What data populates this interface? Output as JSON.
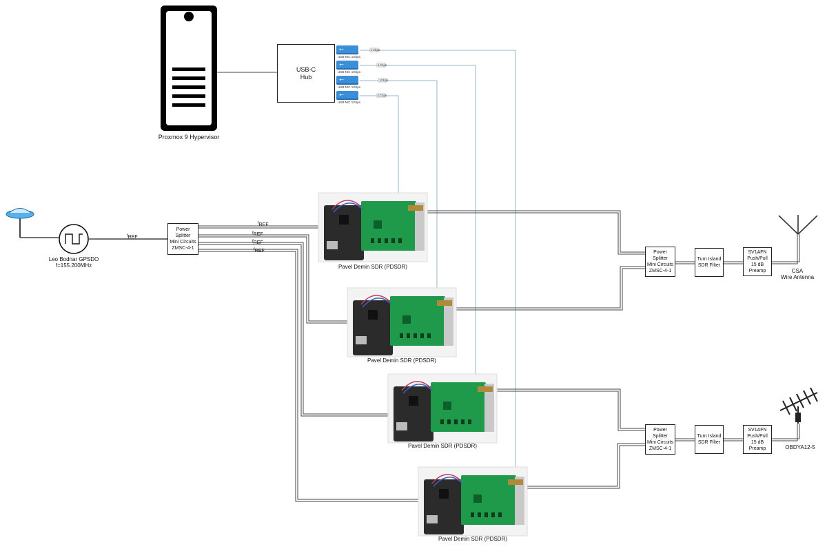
{
  "server": {
    "label": "Proxmox 9 Hypervisor"
  },
  "hub": {
    "label": "USB-C\nHub"
  },
  "usb_ports": [
    {
      "caption": "USB-NIC 1Gbps",
      "link": "1Gbps"
    },
    {
      "caption": "USB-NIC 1Gbps",
      "link": "1Gbps"
    },
    {
      "caption": "USB-NIC 1Gbps",
      "link": "1Gbps"
    },
    {
      "caption": "USB-NIC 1Gbps",
      "link": "1Gbps"
    }
  ],
  "gpsdo": {
    "name": "Leo Bodnar GPSDO",
    "freq": "f=155.200MHz"
  },
  "ref_label": "REF",
  "ref_prefix": "f",
  "splitter_left": {
    "label": "Power\nSplitter\nMini Circuits\nZMSC-4-1"
  },
  "sdr_label": "Pavel Demin SDR (PDSDR)",
  "sdrs": [
    {
      "label": "Pavel Demin SDR (PDSDR)"
    },
    {
      "label": "Pavel Demin SDR (PDSDR)"
    },
    {
      "label": "Pavel Demin SDR (PDSDR)"
    },
    {
      "label": "Pavel Demin SDR (PDSDR)"
    }
  ],
  "chain_top": {
    "splitter": "Power\nSplitter\nMini Circuits\nZMSC-4-1",
    "filter": "Turn Island\nSDR Filter",
    "preamp": "SV1AFN\nPush/Pull\n15 dB\nPreamp",
    "antenna": "CSA\nWire Antenna"
  },
  "chain_bottom": {
    "splitter": "Power\nSplitter\nMini Circuits\nZMSC-4-1",
    "filter": "Turn Island\nSDR Filter",
    "preamp": "SV1AFN\nPush/Pull\n15 dB\nPreamp",
    "antenna": "OBDYA12-5"
  },
  "colors": {
    "line": "#444444",
    "usb_line": "#9ab4cc",
    "usb_blue": "#3a8fd8",
    "board_green": "#1f9a4a",
    "board_dark": "#2b2b2b"
  }
}
